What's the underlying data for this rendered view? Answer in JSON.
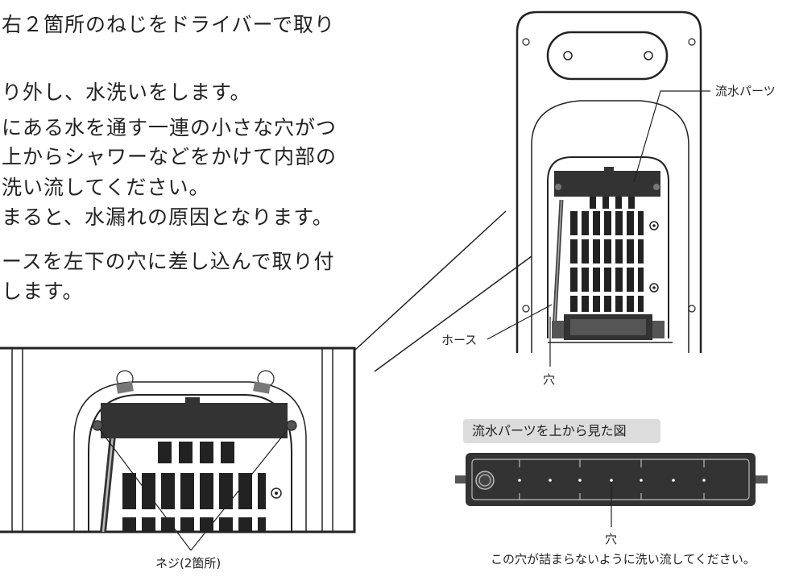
{
  "instructions": {
    "line1": "右２箇所のねじをドライバーで取り",
    "line2": "り外し、水洗いをします。",
    "line3": "にある水を通す一連の小さな穴がつ",
    "line4": "上からシャワーなどをかけて内部の",
    "line5": "洗い流してください。",
    "line6": "まると、水漏れの原因となります。",
    "line7": "ースを左下の穴に差し込んで取り付",
    "line8": "します。"
  },
  "labels": {
    "water_part": "流水パーツ",
    "hose": "ホース",
    "hole_top": "穴",
    "screws": "ネジ(2箇所)",
    "top_view_caption": "流水パーツを上から見た図",
    "hole_bottom": "穴",
    "note": "この穴が詰まらないように洗い流してください。"
  }
}
